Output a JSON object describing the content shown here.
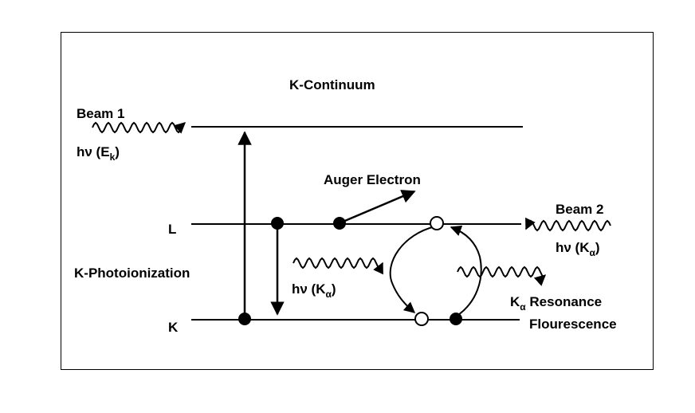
{
  "title": "K-Continuum",
  "beam1": {
    "label": "Beam 1",
    "photon": "hν (E",
    "photon_sub": "k",
    "photon_end": ")"
  },
  "beam2": {
    "label": "Beam 2",
    "photon": "hν (K",
    "photon_sub": "α",
    "photon_end": ")"
  },
  "levels": {
    "L": "L",
    "K": "K"
  },
  "process": "K-Photoionization",
  "auger": "Auger Electron",
  "emission": {
    "photon": "hν (K",
    "photon_sub": "α",
    "photon_end": ")"
  },
  "fluorescence": {
    "line1_symbol": "K",
    "line1_sub": "α",
    "line1_rest": " Resonance",
    "line2": "Flourescence"
  }
}
